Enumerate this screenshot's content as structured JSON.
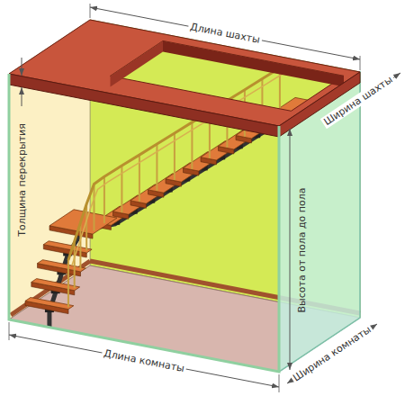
{
  "diagram": {
    "labels": [
      "Длина шахты",
      "Ширина шахты",
      "Толщина перекрытия",
      "Высота от пола до пола",
      "Длина комнаты",
      "Ширина комнаты"
    ]
  }
}
